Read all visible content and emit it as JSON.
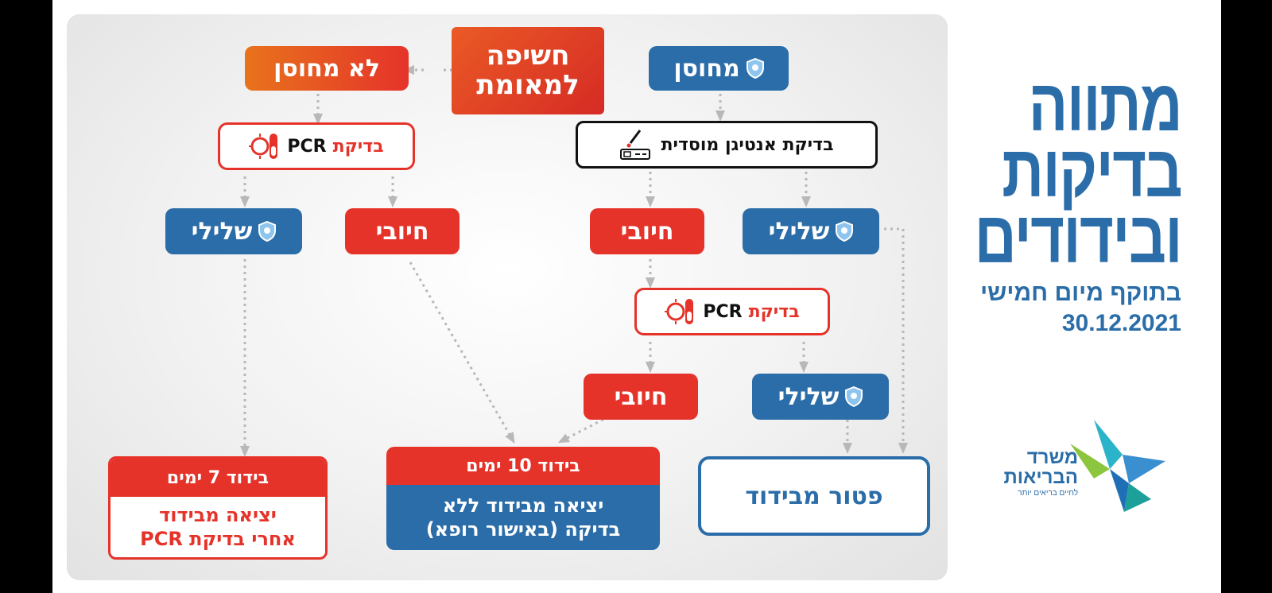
{
  "colors": {
    "blue": "#2b6da8",
    "red": "#e5332a",
    "orange": "#e8731c",
    "dark": "#111111"
  },
  "title": {
    "heading_lines": [
      "מתווה",
      "בדיקות",
      "ובידודים"
    ],
    "effective_line": "בתוקף מיום חמישי",
    "date": "30.12.2021"
  },
  "logo": {
    "line1": "משרד",
    "line2": "הבריאות",
    "tagline": "לחיים בריאים יותר"
  },
  "nodes": {
    "exposure": {
      "line1": "חשיפה",
      "line2": "למאומת"
    },
    "vaccinated": {
      "label": "מחוסן",
      "icon": "shield-icon"
    },
    "unvaccinated": {
      "label": "לא מחוסן"
    },
    "antigen_test": {
      "label": "בדיקת אנטיגן מוסדית",
      "icon": "antigen-test-icon"
    },
    "pcr_left": {
      "word": "בדיקת",
      "acronym": "PCR",
      "icon": "pcr-tube-icon"
    },
    "pcr_right": {
      "word": "בדיקת",
      "acronym": "PCR",
      "icon": "pcr-tube-icon"
    },
    "left_negative": {
      "label": "שלילי",
      "icon": "shield-icon"
    },
    "left_positive": {
      "label": "חיובי",
      "icon": "virus-icon"
    },
    "antigen_positive": {
      "label": "חיובי",
      "icon": "virus-icon"
    },
    "antigen_negative": {
      "label": "שלילי",
      "icon": "shield-icon"
    },
    "pcr_positive": {
      "label": "חיובי",
      "icon": "virus-icon"
    },
    "pcr_negative": {
      "label": "שלילי",
      "icon": "shield-icon"
    }
  },
  "outcomes": {
    "isolation_7": {
      "header": "בידוד 7 ימים",
      "line1": "יציאה מבידוד",
      "line2": "אחרי בדיקת PCR"
    },
    "isolation_10": {
      "header": "בידוד 10 ימים",
      "line1": "יציאה מבידוד ללא",
      "line2": "בדיקה (באישור רופא)"
    },
    "exempt": {
      "label": "פטור מבידוד"
    }
  }
}
